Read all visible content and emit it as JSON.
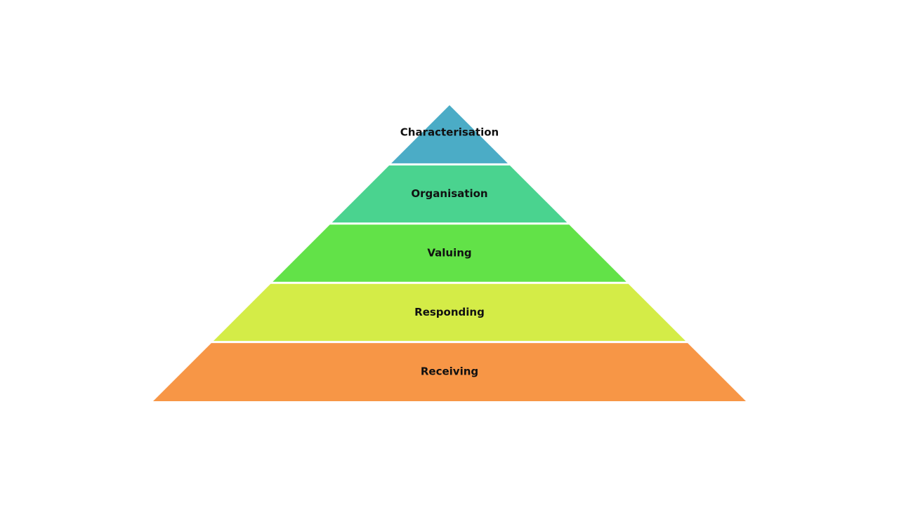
{
  "diagram": {
    "type": "pyramid",
    "levels": [
      {
        "label": "Characterisation",
        "color": "#4BACC6"
      },
      {
        "label": "Organisation",
        "color": "#4AD38F"
      },
      {
        "label": "Valuing",
        "color": "#62E248"
      },
      {
        "label": "Responding",
        "color": "#D4EC47"
      },
      {
        "label": "Receiving",
        "color": "#F79646"
      }
    ]
  }
}
